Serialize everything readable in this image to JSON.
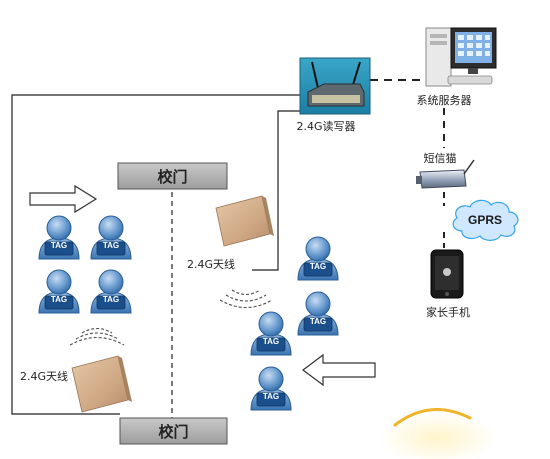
{
  "diagram": {
    "gates": {
      "top": "校门",
      "bottom": "校门"
    },
    "devices": {
      "reader": "2.4G读写器",
      "server": "系统服务器",
      "sms_modem": "短信猫",
      "cloud": "GPRS",
      "phone": "家长手机",
      "antenna_left": "2.4G天线",
      "antenna_right": "2.4G天线"
    },
    "tag_label": "TAG"
  }
}
